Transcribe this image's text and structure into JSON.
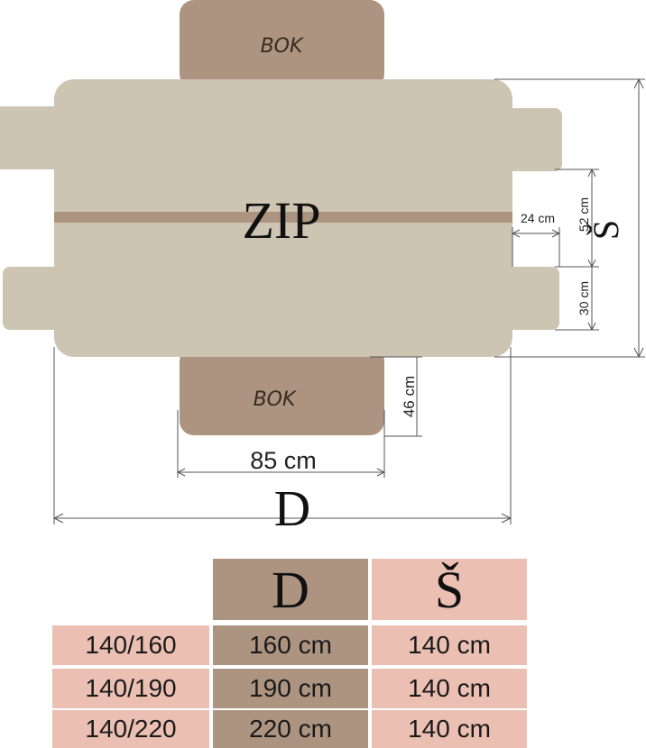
{
  "diagram": {
    "top_panel_label": "BOK",
    "bottom_panel_label": "BOK",
    "center_label": "ZIP",
    "dim_width_label": "24 cm",
    "dim_height_52_label": "52 cm",
    "dim_height_30_label": "30 cm",
    "dim_height_46_label": "46 cm",
    "dim_85_label": "85 cm",
    "length_symbol": "D",
    "width_symbol": "Š"
  },
  "table": {
    "headers": [
      "",
      "D",
      "Š"
    ],
    "rows": [
      {
        "size": "140/160",
        "d": "160 cm",
        "s": "140 cm"
      },
      {
        "size": "140/190",
        "d": "190 cm",
        "s": "140 cm"
      },
      {
        "size": "140/220",
        "d": "220 cm",
        "s": "140 cm"
      }
    ]
  },
  "colors": {
    "main_body": "#cdc4b2",
    "side_panels": "#ad9480",
    "zip_stripe": "#ad9480",
    "table_pink": "#ebbfb2",
    "table_tan": "#ad9480"
  }
}
